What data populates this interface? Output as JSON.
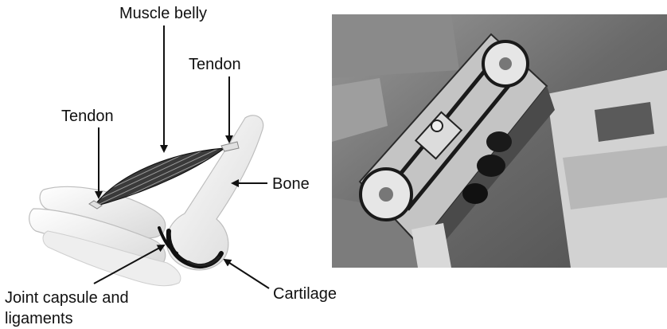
{
  "diagram": {
    "labels": {
      "muscle_belly": "Muscle belly",
      "tendon_right": "Tendon",
      "tendon_left": "Tendon",
      "bone": "Bone",
      "cartilage": "Cartilage",
      "joint_line1": "Joint capsule and",
      "joint_line2": "ligaments"
    }
  },
  "colors": {
    "bone_fill": "#f4f4f4",
    "muscle_dark": "#2a2a2a",
    "photo_bg": "#6f6f6f",
    "metal_plate": "#bdbdbd"
  }
}
